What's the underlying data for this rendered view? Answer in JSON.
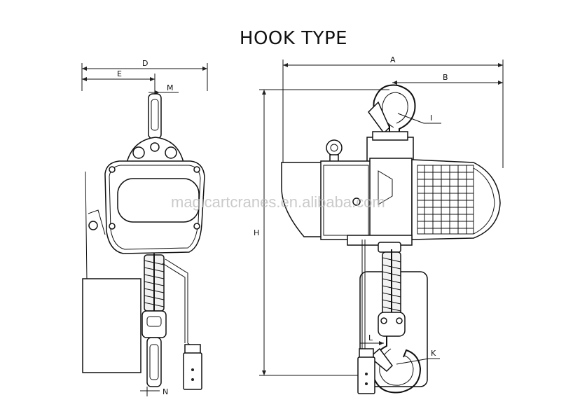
{
  "title": "HOOK TYPE",
  "watermark": "magicartcranes.en.alibaba.com",
  "dimension_labels": {
    "a": "A",
    "b": "B",
    "d": "D",
    "e": "E",
    "h": "H",
    "i": "I",
    "k": "K",
    "l": "L",
    "m": "M",
    "n": "N"
  },
  "colors": {
    "line": "#111111",
    "watermark": "#b9b9b9",
    "background": "#ffffff"
  }
}
